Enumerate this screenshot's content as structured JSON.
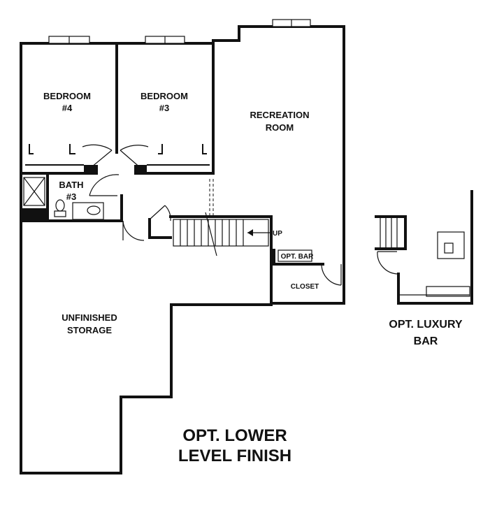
{
  "rooms": {
    "bedroom4": {
      "line1": "BEDROOM",
      "line2": "#4"
    },
    "bedroom3": {
      "line1": "BEDROOM",
      "line2": "#3"
    },
    "recreation": {
      "line1": "RECREATION",
      "line2": "ROOM"
    },
    "bath3": {
      "line1": "BATH",
      "line2": "#3"
    },
    "opt_bar": "OPT. BAR",
    "closet": "CLOSET",
    "storage": {
      "line1": "UNFINISHED",
      "line2": "STORAGE"
    }
  },
  "stairs": {
    "direction": "UP"
  },
  "luxury_bar": {
    "line1": "OPT. LUXURY",
    "line2": "BAR"
  },
  "plan_title": {
    "line1": "OPT. LOWER",
    "line2": "LEVEL FINISH"
  }
}
